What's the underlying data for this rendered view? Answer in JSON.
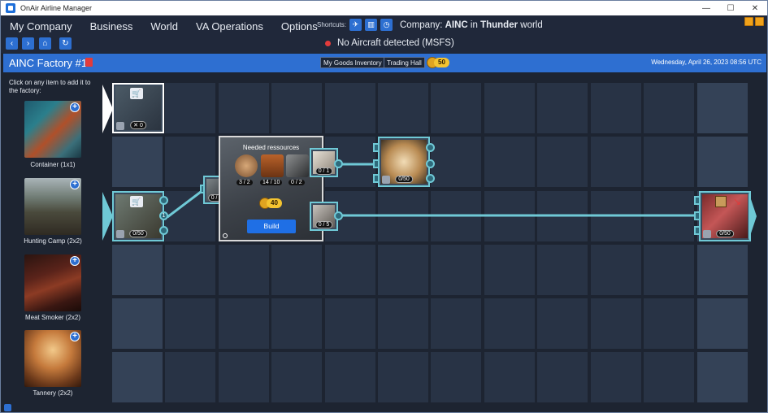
{
  "window": {
    "title": "OnAir Airline Manager",
    "controls": [
      "—",
      "☐",
      "✕"
    ]
  },
  "menu": {
    "items": [
      "My Company",
      "Business",
      "World",
      "VA Operations",
      "Options"
    ]
  },
  "shortcuts": {
    "label": "Shortcuts:"
  },
  "company": {
    "prefix": "Company: ",
    "name": "AINC",
    "mid": " in ",
    "world": "Thunder",
    "suffix": " world"
  },
  "status": {
    "text": "No Aircraft detected (MSFS)",
    "color": "#e23b3b"
  },
  "factory": {
    "name": "AINC Factory #1",
    "goods_inventory": "My Goods Inventory",
    "trading_hall": "Trading Hall",
    "coins": "50",
    "date": "Wednesday, April 26, 2023 08:56 UTC"
  },
  "sidebar": {
    "hint": "Click on any item to add it to the factory:",
    "items": [
      {
        "label": "Container (1x1)"
      },
      {
        "label": "Hunting Camp (2x2)"
      },
      {
        "label": "Meat Smoker (2x2)"
      },
      {
        "label": "Tannery (2x2)"
      }
    ]
  },
  "nodes": {
    "top_left_badge": "0",
    "hunting_badge": "0/50",
    "hunting_port": "1",
    "hide_badge": "0 / 3",
    "tannery": {
      "needed": "Needed ressources",
      "res1": "3 / 2",
      "res2": "14 / 10",
      "res3": "0 / 2",
      "cost": "40",
      "build": "Build"
    },
    "out_top_badge": "0 / 1",
    "out_bottom_badge": "0 / 5",
    "wool_badge": "0/50",
    "meat_badge": "0/50"
  },
  "colors": {
    "accent": "#2e6fd1",
    "connector": "#6fc9d6"
  }
}
